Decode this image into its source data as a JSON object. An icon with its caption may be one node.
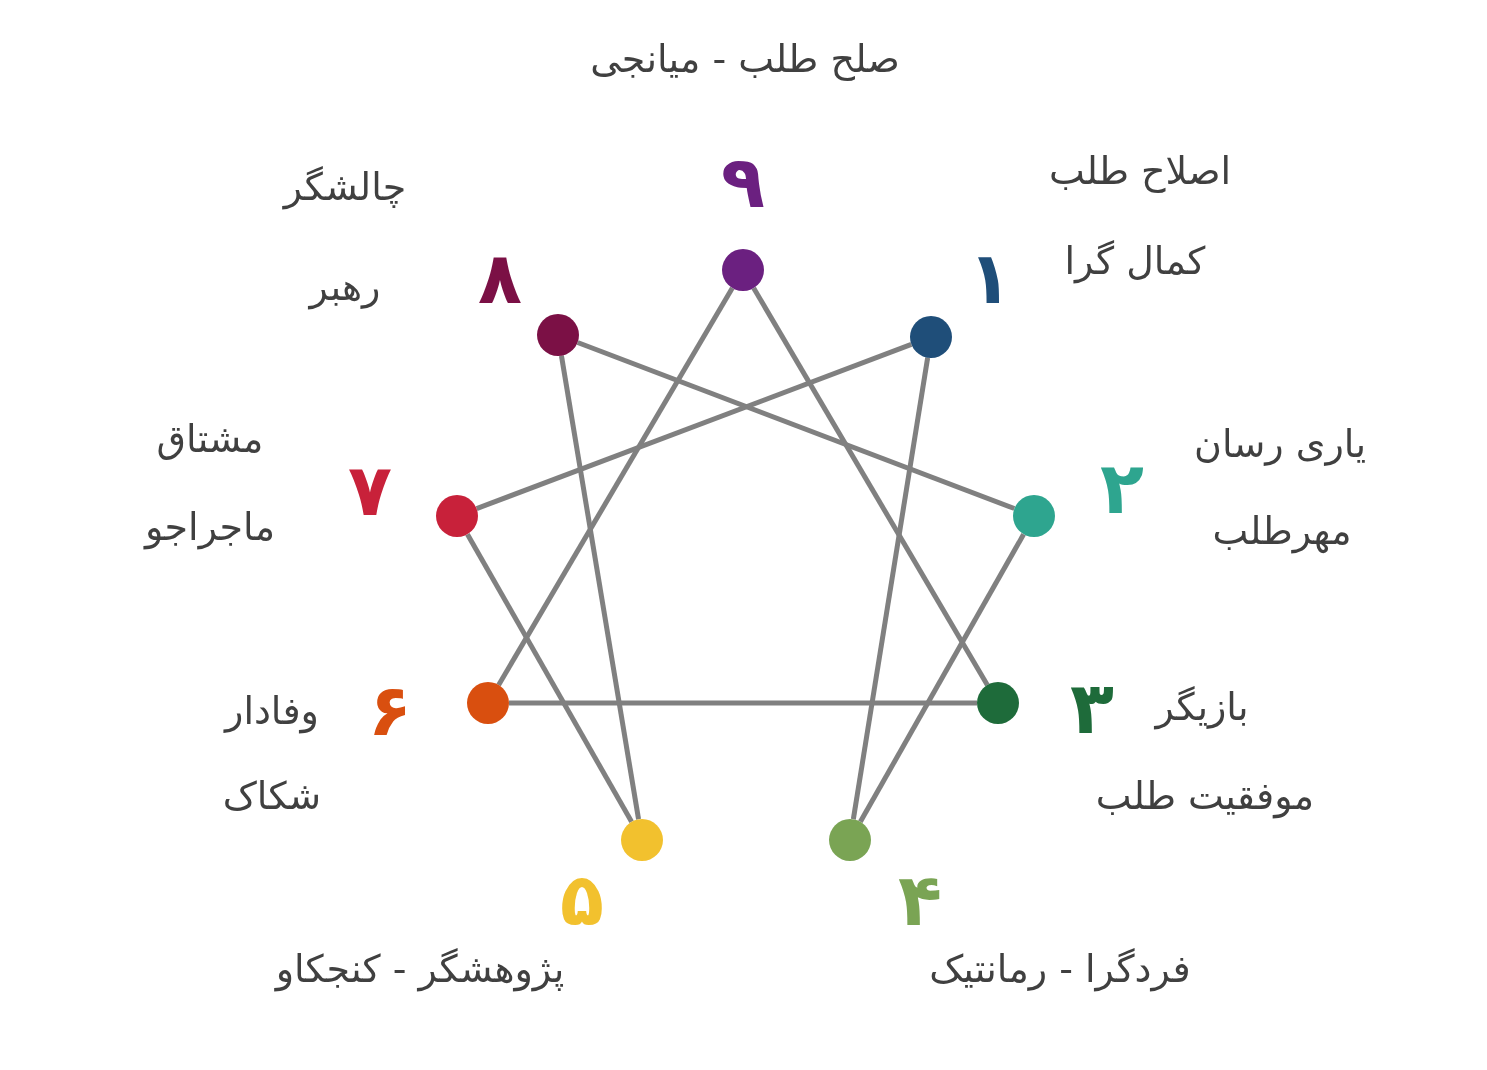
{
  "diagram": {
    "nodes": [
      {
        "text": [],
        "shape": "circle",
        "beside": [
          "۱",
          "اصلاح طلب",
          "کمال گرا"
        ]
      },
      {
        "text": [],
        "shape": "circle",
        "beside": [
          "۲",
          "یاری رسان",
          "مهرطلب"
        ]
      },
      {
        "text": [],
        "shape": "circle",
        "beside": [
          "۳",
          "بازیگر",
          "موفقیت طلب"
        ]
      },
      {
        "text": [],
        "shape": "circle",
        "beside": [
          "۴",
          "فردگرا - رمانتیک"
        ]
      },
      {
        "text": [],
        "shape": "circle",
        "beside": [
          "۵",
          "پژوهشگر - کنجکاو"
        ]
      },
      {
        "text": [],
        "shape": "circle",
        "beside": [
          "۶",
          "وفادار",
          "شکاک"
        ]
      },
      {
        "text": [],
        "shape": "circle",
        "beside": [
          "۷",
          "مشتاق",
          "ماجراجو"
        ]
      },
      {
        "text": [],
        "shape": "circle",
        "beside": [
          "۸",
          "چالشگر",
          "رهبر"
        ]
      },
      {
        "text": [],
        "shape": "circle",
        "beside": [
          "۹",
          "صلح طلب - میانجی"
        ]
      }
    ],
    "edges": [
      {
        "from": 0,
        "to": 3,
        "arrow": "none"
      },
      {
        "from": 3,
        "to": 1,
        "arrow": "none"
      },
      {
        "from": 1,
        "to": 7,
        "arrow": "none"
      },
      {
        "from": 7,
        "to": 4,
        "arrow": "none"
      },
      {
        "from": 4,
        "to": 6,
        "arrow": "none"
      },
      {
        "from": 6,
        "to": 0,
        "arrow": "none"
      },
      {
        "from": 8,
        "to": 2,
        "arrow": "none"
      },
      {
        "from": 2,
        "to": 5,
        "arrow": "none"
      },
      {
        "from": 5,
        "to": 8,
        "arrow": "none"
      }
    ]
  }
}
